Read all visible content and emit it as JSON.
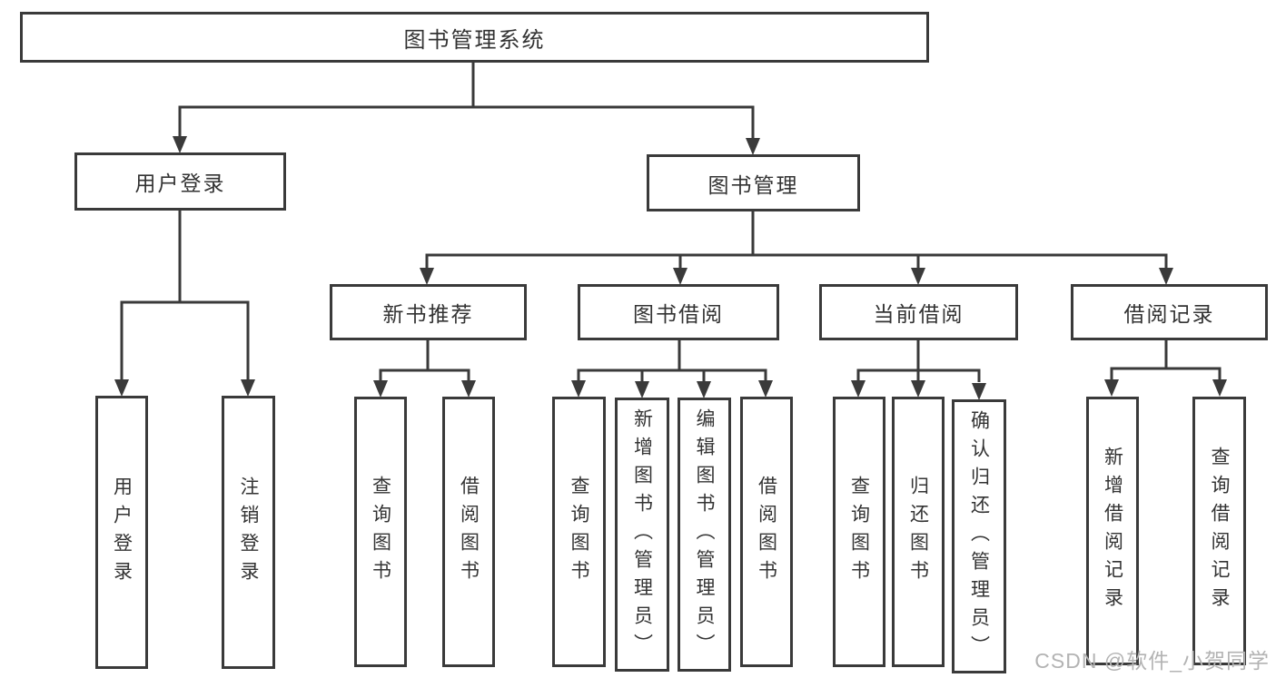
{
  "colors": {
    "line": "#3a3a3a",
    "text": "#333333",
    "watermark": "#b3b3b3",
    "background": "#ffffff"
  },
  "watermark": {
    "text": "CSDN @软件_小贺同学"
  },
  "tree": {
    "root": {
      "label": "图书管理系统",
      "children": [
        {
          "label": "用户登录",
          "children": [
            {
              "label": "用户登录"
            },
            {
              "label": "注销登录"
            }
          ]
        },
        {
          "label": "图书管理",
          "children": [
            {
              "label": "新书推荐",
              "children": [
                {
                  "label": "查询图书"
                },
                {
                  "label": "借阅图书"
                }
              ]
            },
            {
              "label": "图书借阅",
              "children": [
                {
                  "label": "查询图书"
                },
                {
                  "label": "新增图书（管理员）"
                },
                {
                  "label": "编辑图书（管理员）"
                },
                {
                  "label": "借阅图书"
                }
              ]
            },
            {
              "label": "当前借阅",
              "children": [
                {
                  "label": "查询图书"
                },
                {
                  "label": "归还图书"
                },
                {
                  "label": "确认归还（管理员）"
                }
              ]
            },
            {
              "label": "借阅记录",
              "children": [
                {
                  "label": "新增借阅记录"
                },
                {
                  "label": "查询借阅记录"
                }
              ]
            }
          ]
        }
      ]
    }
  }
}
